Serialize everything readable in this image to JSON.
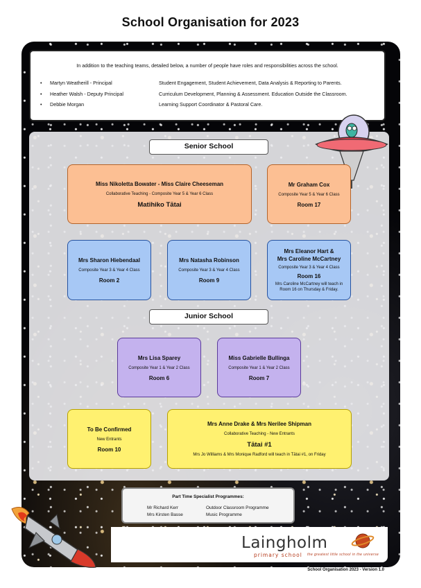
{
  "title": "School Organisation for 2023",
  "intro": {
    "lead": "In addition to the teaching teams, detailed below, a number of people have roles and responsibilities across the school.",
    "staff": [
      {
        "name": "Martyn Weatherill - Principal",
        "role": "Student Engagement, Student Achievement, Data Analysis & Reporting to Parents."
      },
      {
        "name": "Heather Walsh - Deputy Principal",
        "role": "Curriculum Development, Planning & Assessment. Education Outside the Classroom."
      },
      {
        "name": "Debbie Morgan",
        "role": "Learning Support Coordinator & Pastoral Care."
      }
    ]
  },
  "senior": {
    "heading": "Senior School",
    "matihiko": {
      "names": "Miss Nikoletta Bowater - Miss Claire Cheeseman",
      "class": "Collaborative Teaching - Composite Year 5 & Year 6 Class",
      "room": "Matihiko Tātai"
    },
    "room17": {
      "name": "Mr Graham Cox",
      "class": "Composite Year 5 & Year 6 Class",
      "room": "Room 17"
    },
    "room2": {
      "name": "Mrs Sharon Hiebendaal",
      "class": "Composite Year 3 & Year 4 Class",
      "room": "Room 2"
    },
    "room9": {
      "name": "Mrs Natasha Robinson",
      "class": "Composite Year 3 & Year 4 Class",
      "room": "Room 9"
    },
    "room16": {
      "name1": "Mrs Eleanor Hart &",
      "name2": "Mrs Caroline McCartney",
      "class": "Composite Year 3 & Year 4 Class",
      "room": "Room 16",
      "note": "Mrs Caroline McCartney will teach in Room 16 on Thursday & Friday."
    }
  },
  "junior": {
    "heading": "Junior School",
    "room6": {
      "name": "Mrs Lisa Sparey",
      "class": "Composite Year 1 & Year 2 Class",
      "room": "Room 6"
    },
    "room7": {
      "name": "Miss Gabrielle Bullinga",
      "class": "Composite Year 1 & Year 2 Class",
      "room": "Room 7"
    },
    "room10": {
      "name": "To Be Confirmed",
      "class": "New Entrants",
      "room": "Room 10"
    },
    "tatai": {
      "names": "Mrs Anne Drake & Mrs Nerilee Shipman",
      "class": "Collaborative Teaching - New Entrants",
      "room": "Tātai #1",
      "note": "Mrs Jo Williams & Mrs Monique Radford will teach in Tātai #1, on Friday"
    }
  },
  "specialist": {
    "heading": "Part Time Specialist Programmes:",
    "items": [
      {
        "name": "Mr Richard Kerr",
        "programme": "Outdoor Classroom Programme"
      },
      {
        "name": "Mrs Kirsten Basse",
        "programme": "Music Programme"
      }
    ]
  },
  "logo": {
    "brand": "Laingholm",
    "sub": "primary school",
    "tagline": "the greatest little school in the universe"
  },
  "footer": "School Organisation 2023 - Version 1.0",
  "colors": {
    "orange": "#fcbf93",
    "blue": "#a7c8f5",
    "purple": "#c4b2ee",
    "yellow": "#fff170",
    "background": "#050508"
  },
  "decorations": [
    "ufo-alien-icon",
    "rocket-icon",
    "planet-logo-icon"
  ]
}
